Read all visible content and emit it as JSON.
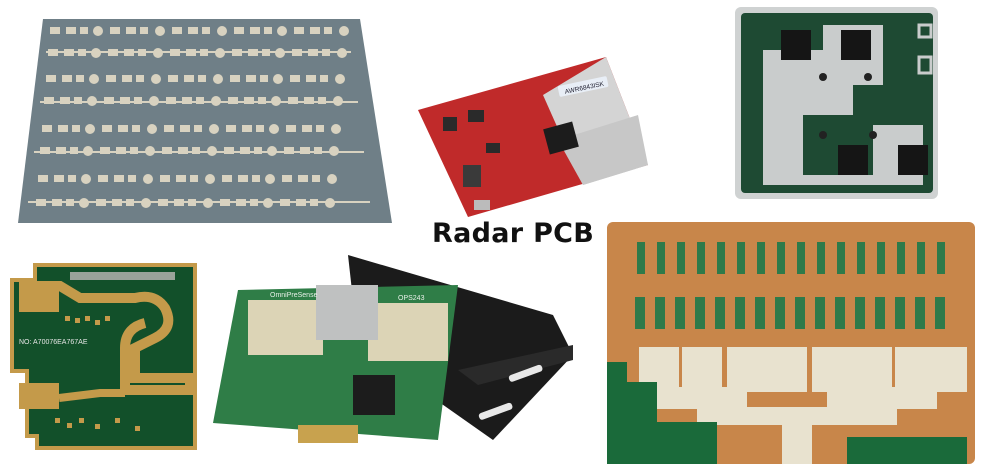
{
  "title": "Radar PCB",
  "images": [
    {
      "id": "panel-grey",
      "caption": "",
      "colors": {
        "board": "#6f7f87",
        "pad": "#d8d2c0"
      }
    },
    {
      "id": "red-eval-board",
      "label_text": "AWR6843ISK",
      "colors": {
        "board": "#c02a2a",
        "antenna": "#cfcfcf",
        "chip": "#1c1c1c"
      }
    },
    {
      "id": "green-silver-board",
      "colors": {
        "board": "#1e4a33",
        "metal": "#c9cccc",
        "chip": "#151515"
      }
    },
    {
      "id": "green-gold-board",
      "serial_text": "NO: A70076EA767AE",
      "colors": {
        "board": "#12502a",
        "gold": "#c49a4a"
      }
    },
    {
      "id": "omnipresense-module",
      "brand_text": "OmniPreSense",
      "model_text": "OPS243",
      "colors": {
        "board": "#2f7d47",
        "antenna": "#dcd4b6",
        "enclosure": "#1b1b1b",
        "shield": "#bfc1c1"
      }
    },
    {
      "id": "copper-feed-network",
      "colors": {
        "copper": "#c8864a",
        "pattern": "#e8e2cf",
        "mask": "#1a6a3a"
      }
    }
  ]
}
